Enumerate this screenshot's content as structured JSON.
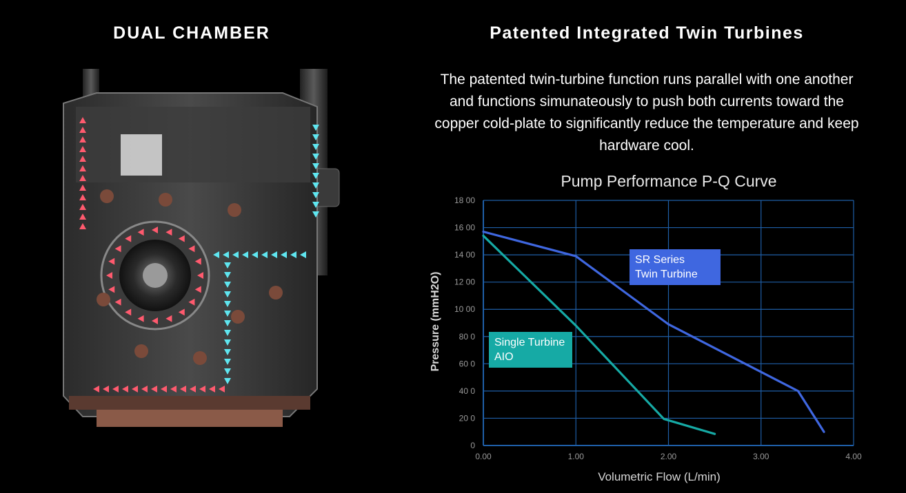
{
  "left_panel": {
    "title": "DUAL CHAMBER"
  },
  "right_panel": {
    "title": "Patented Integrated Twin Turbines",
    "description": "The patented twin-turbine function runs parallel with one another and functions simunateously to push both currents toward the copper cold-plate to significantly reduce the temperature and keep hardware cool."
  },
  "colors": {
    "background": "#000000",
    "grid": "#1f5fa8",
    "sr_series": "#3f67e0",
    "single_turbine": "#16aaa5",
    "hot_arrows": "#ff5a6e",
    "cold_arrows": "#5fe6f0"
  },
  "chart_data": {
    "type": "line",
    "title": "Pump Performance P-Q Curve",
    "xlabel": "Volumetric Flow (L/min)",
    "ylabel": "Pressure (mmH2O)",
    "xlim": [
      0,
      4
    ],
    "ylim": [
      0,
      1800
    ],
    "x_ticks": [
      "0.00",
      "1.00",
      "2.00",
      "3.00",
      "4.00"
    ],
    "y_ticks": [
      "0",
      "20 0",
      "40 0",
      "60 0",
      "80 0",
      "10 00",
      "12 00",
      "14 00",
      "16 00",
      "18 00"
    ],
    "grid": true,
    "series": [
      {
        "name": "SR Series Twin Turbine",
        "legend_lines": [
          "SR Series",
          "Twin Turbine"
        ],
        "x": [
          0.0,
          1.0,
          2.0,
          3.4,
          3.68
        ],
        "y": [
          1570,
          1390,
          890,
          400,
          100
        ]
      },
      {
        "name": "Single Turbine AIO",
        "legend_lines": [
          "Single Turbine",
          "AIO"
        ],
        "x": [
          0.0,
          1.0,
          1.95,
          2.5
        ],
        "y": [
          1540,
          880,
          195,
          85
        ]
      }
    ]
  }
}
